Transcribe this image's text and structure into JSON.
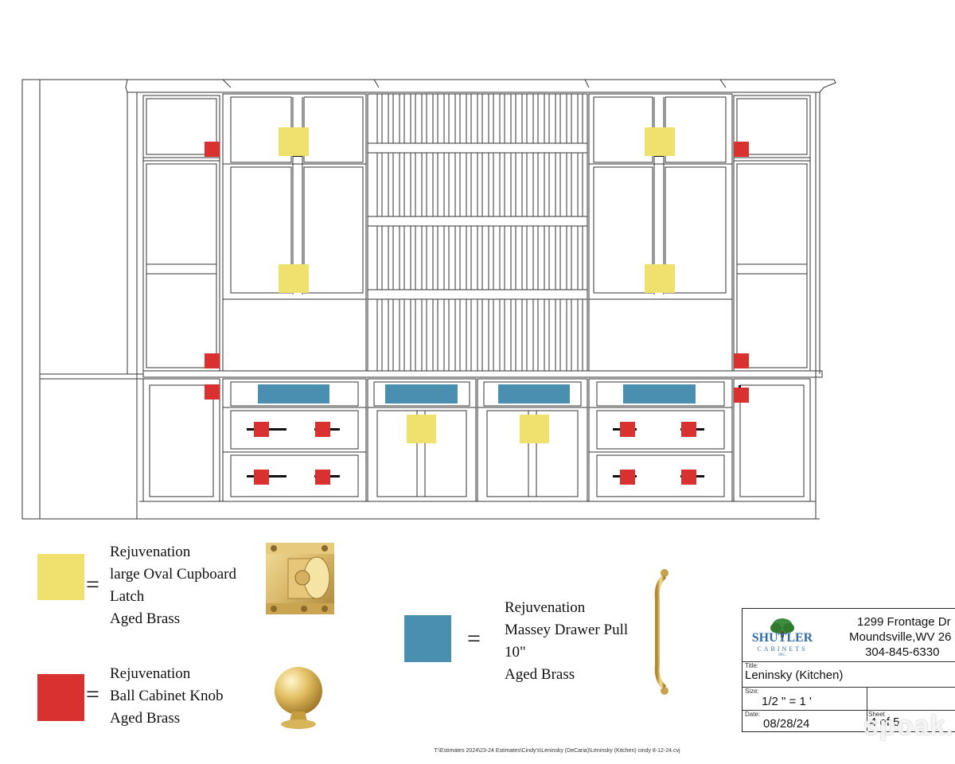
{
  "colors": {
    "latch": "#f0e06e",
    "knob": "#d93030",
    "pull": "#4a8fb0",
    "line": "#333333"
  },
  "legend": {
    "latch": {
      "icon": "yellow-swatch",
      "lines": [
        "Rejuvenation",
        "large Oval Cupboard",
        "Latch",
        "Aged Brass"
      ]
    },
    "knob": {
      "icon": "red-swatch",
      "lines": [
        "Rejuvenation",
        "Ball Cabinet Knob",
        "Aged Brass"
      ]
    },
    "pull": {
      "icon": "blue-swatch",
      "lines": [
        "Rejuvenation",
        "Massey Drawer Pull",
        "10\"",
        "Aged Brass"
      ]
    },
    "equals": "="
  },
  "title_block": {
    "logo_name": "SHUTLER",
    "logo_sub": "CABINETS",
    "logo_inc": "INC.",
    "address1": "1299 Frontage Dr",
    "address2": "Moundsville,WV 26",
    "phone": "304-845-6330",
    "title_label": "Title:",
    "title": "Leninsky (Kitchen)",
    "size_label": "Size:",
    "size": "1/2 \" = 1 '",
    "date_label": "Date:",
    "date": "08/28/24",
    "sheet_label": "Sheet",
    "sheet": "4 of 5"
  },
  "footer_path": "T:\\Estimates 2024\\23-24 Estimates\\Cindy's\\Leninsky (DeCaria)\\Leninsky (Kitchen) cindy 8-12-24.cvj",
  "watermark": "spoak."
}
